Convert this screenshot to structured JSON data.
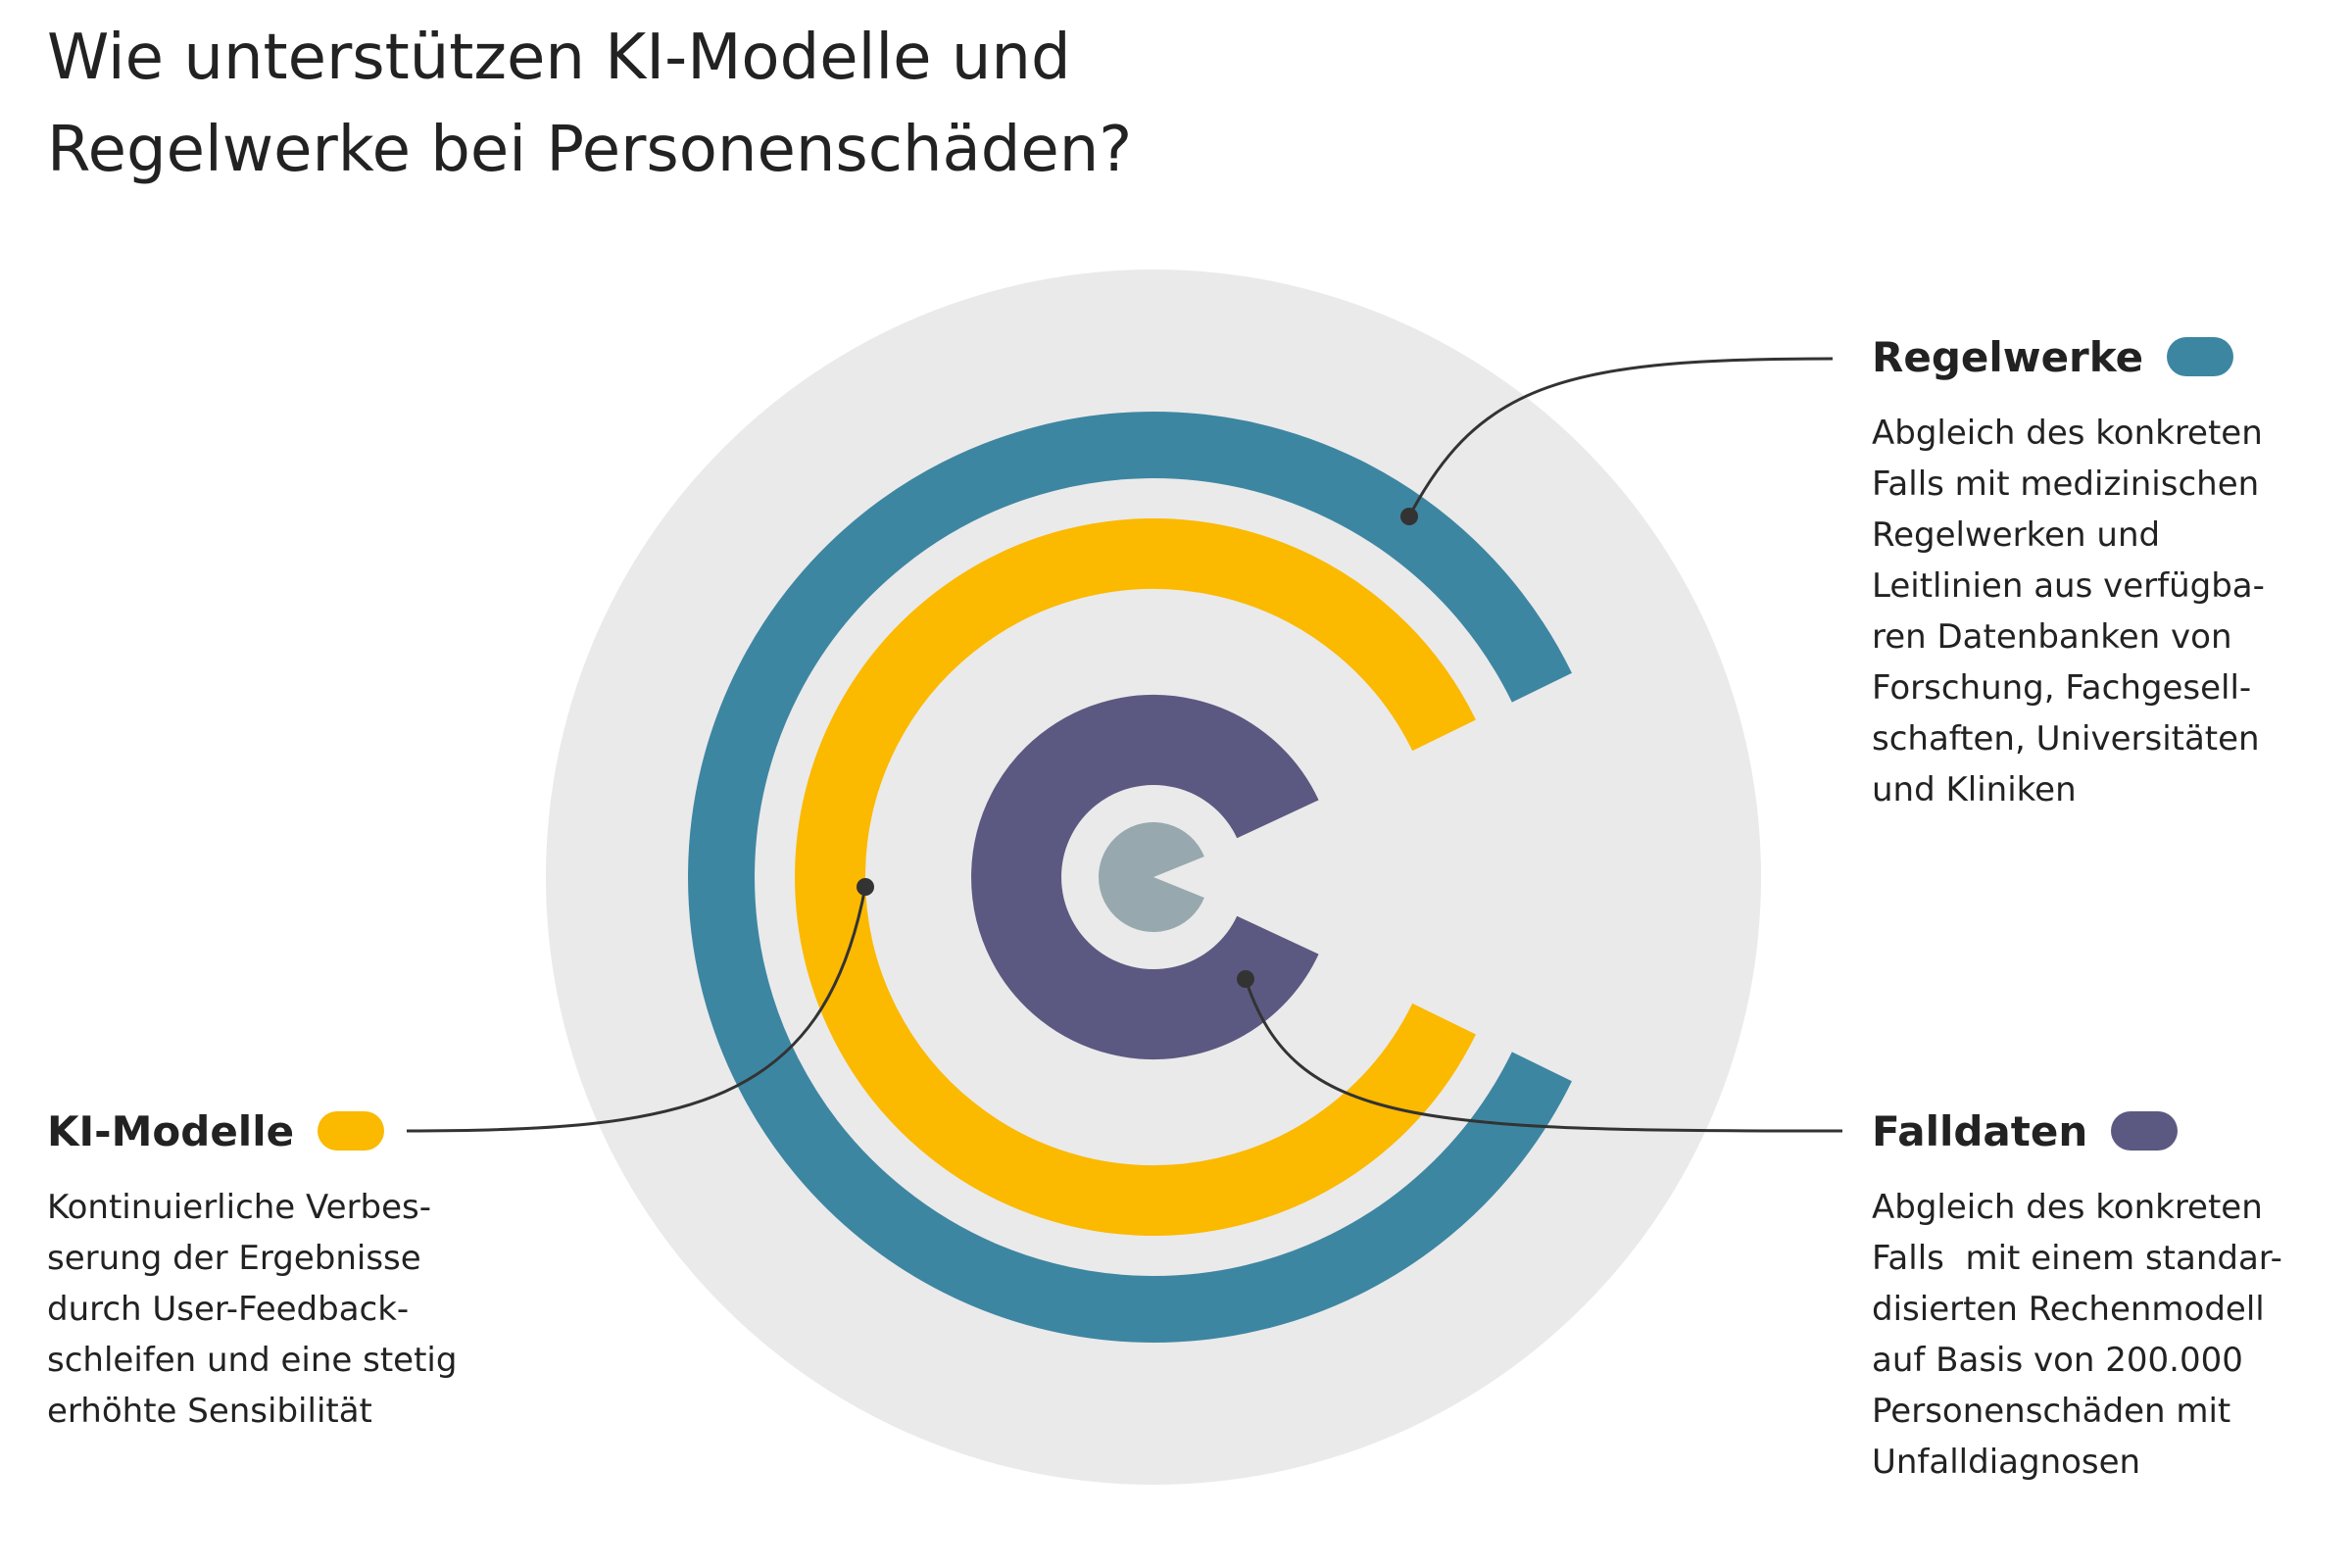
{
  "title": {
    "lines": [
      "Wie unterstützen KI-Modelle und",
      "Regelwerke bei Personenschäden?"
    ]
  },
  "colors": {
    "background_circle": "#eaeaea",
    "regelwerke": "#3d86a2",
    "ki_modelle": "#fbb900",
    "falldaten": "#5b5981",
    "core": "#97a9ae",
    "connector": "#333333"
  },
  "legend": {
    "regelwerke": {
      "title": "Regelwerke",
      "lines": [
        "Abgleich des konkreten",
        "Falls mit medizinischen",
        "Regelwerken und",
        "Leitlinien aus verfügba-",
        "ren Datenbanken von",
        "Forschung, Fachgesell-",
        "schaften, Universitäten",
        "und Kliniken"
      ]
    },
    "ki_modelle": {
      "title": "KI-Modelle",
      "lines": [
        "Kontinuierliche Verbes-",
        "serung der Ergebnisse",
        "durch User-Feedback-",
        "schleifen und eine stetig",
        "erhöhte Sensibilität"
      ]
    },
    "falldaten": {
      "title": "Falldaten",
      "lines": [
        "Abgleich des konkreten",
        "Falls  mit einem standar-",
        "disierten Rechenmodell",
        "auf Basis von 200.000",
        "Personenschäden mit",
        "Unfalldiagnosen"
      ]
    }
  }
}
